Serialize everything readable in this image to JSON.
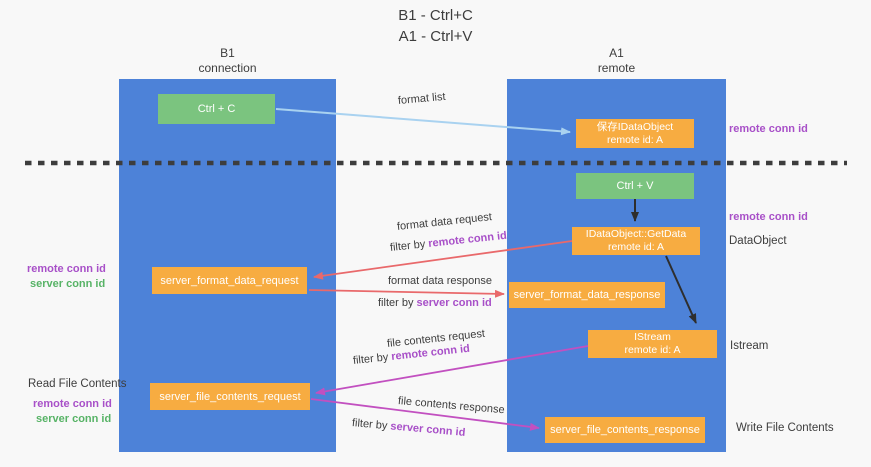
{
  "title": {
    "line1": "B1 - Ctrl+C",
    "line2": "A1 - Ctrl+V"
  },
  "lanes": {
    "left": {
      "title": "B1",
      "subtitle": "connection"
    },
    "right": {
      "title": "A1",
      "subtitle": "remote"
    }
  },
  "nodes": {
    "ctrl_c": {
      "label": "Ctrl + C"
    },
    "ctrl_v": {
      "label": "Ctrl + V"
    },
    "save_dataobject": {
      "line1": "保存IDataObject",
      "line2": "remote id: A"
    },
    "getdata": {
      "line1": "IDataObject::GetData",
      "line2": "remote id: A"
    },
    "istream": {
      "line1": "IStream",
      "line2": "remote id: A"
    },
    "server_format_data_request": {
      "label": "server_format_data_request"
    },
    "server_format_data_response": {
      "label": "server_format_data_response"
    },
    "server_file_contents_request": {
      "label": "server_file_contents_request"
    },
    "server_file_contents_response": {
      "label": "server_file_contents_response"
    }
  },
  "edge_labels": {
    "format_list": "format list",
    "format_data_request": "format data request",
    "format_data_response": "format data response",
    "file_contents_request": "file contents request",
    "file_contents_response": "file contents response",
    "filter_by": "filter by",
    "remote_conn_id": "remote conn id",
    "server_conn_id": "server conn id"
  },
  "side_labels": {
    "remote_conn_id": "remote conn id",
    "server_conn_id": "server conn id",
    "dataobject": "DataObject",
    "istream": "Istream",
    "read_file_contents": "Read File Contents",
    "write_file_contents": "Write File Contents"
  },
  "colors": {
    "lane_blue": "#4d82d8",
    "node_green": "#7bc47f",
    "node_orange": "#f7ac41",
    "arrow_light_blue": "#a9d2f0",
    "arrow_red": "#e9696b",
    "arrow_magenta": "#c250c0",
    "arrow_black": "#2e2e2e",
    "text_purple": "#a850c8",
    "text_green": "#57b366",
    "text_dark": "#3d3d3d",
    "background": "#f8f8f8"
  }
}
